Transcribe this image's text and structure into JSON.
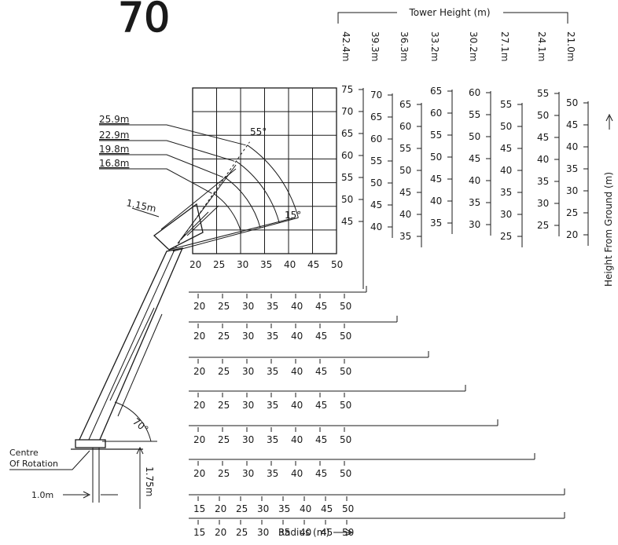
{
  "header": {
    "big_number": "70",
    "tower_height_label": "Tower Height (m)"
  },
  "axes": {
    "radius_label": "Radius (m)",
    "height_label": "Height From Ground (m)"
  },
  "tower_heights": [
    "42.4m",
    "39.3m",
    "36.3m",
    "33.2m",
    "30.2m",
    "27.1m",
    "24.1m",
    "21.0m"
  ],
  "height_scales": [
    [
      "75",
      "70",
      "65",
      "60",
      "55",
      "50",
      "45"
    ],
    [
      "70",
      "65",
      "60",
      "55",
      "50",
      "45",
      "40"
    ],
    [
      "65",
      "60",
      "55",
      "50",
      "45",
      "40",
      "35"
    ],
    [
      "65",
      "60",
      "55",
      "50",
      "45",
      "40",
      "35"
    ],
    [
      "60",
      "55",
      "50",
      "45",
      "40",
      "35",
      "30"
    ],
    [
      "55",
      "50",
      "45",
      "40",
      "35",
      "30",
      "25"
    ],
    [
      "55",
      "50",
      "45",
      "40",
      "35",
      "30",
      "25"
    ],
    [
      "50",
      "45",
      "40",
      "35",
      "30",
      "25",
      "20"
    ]
  ],
  "radius_scales": [
    [
      "20",
      "25",
      "30",
      "35",
      "40",
      "45",
      "50"
    ],
    [
      "20",
      "25",
      "30",
      "35",
      "40",
      "45",
      "50"
    ],
    [
      "20",
      "25",
      "30",
      "35",
      "40",
      "45",
      "50"
    ],
    [
      "20",
      "25",
      "30",
      "35",
      "40",
      "45",
      "50"
    ],
    [
      "20",
      "25",
      "30",
      "35",
      "40",
      "45",
      "50"
    ],
    [
      "20",
      "25",
      "30",
      "35",
      "40",
      "45",
      "50"
    ],
    [
      "15",
      "20",
      "25",
      "30",
      "35",
      "40",
      "45",
      "50"
    ],
    [
      "15",
      "20",
      "25",
      "30",
      "35",
      "40",
      "45",
      "50"
    ]
  ],
  "jib_lengths": [
    "25.9m",
    "22.9m",
    "19.8m",
    "16.8m"
  ],
  "annotations": {
    "jib_angle_max": "55°",
    "jib_angle_min": "15°",
    "jib_offset": "1.15m",
    "boom_angle": "70°",
    "centre_rotation_1": "Centre",
    "centre_rotation_2": "Of Rotation",
    "pivot_height": "1.75m",
    "pivot_offset": "1.0m"
  }
}
